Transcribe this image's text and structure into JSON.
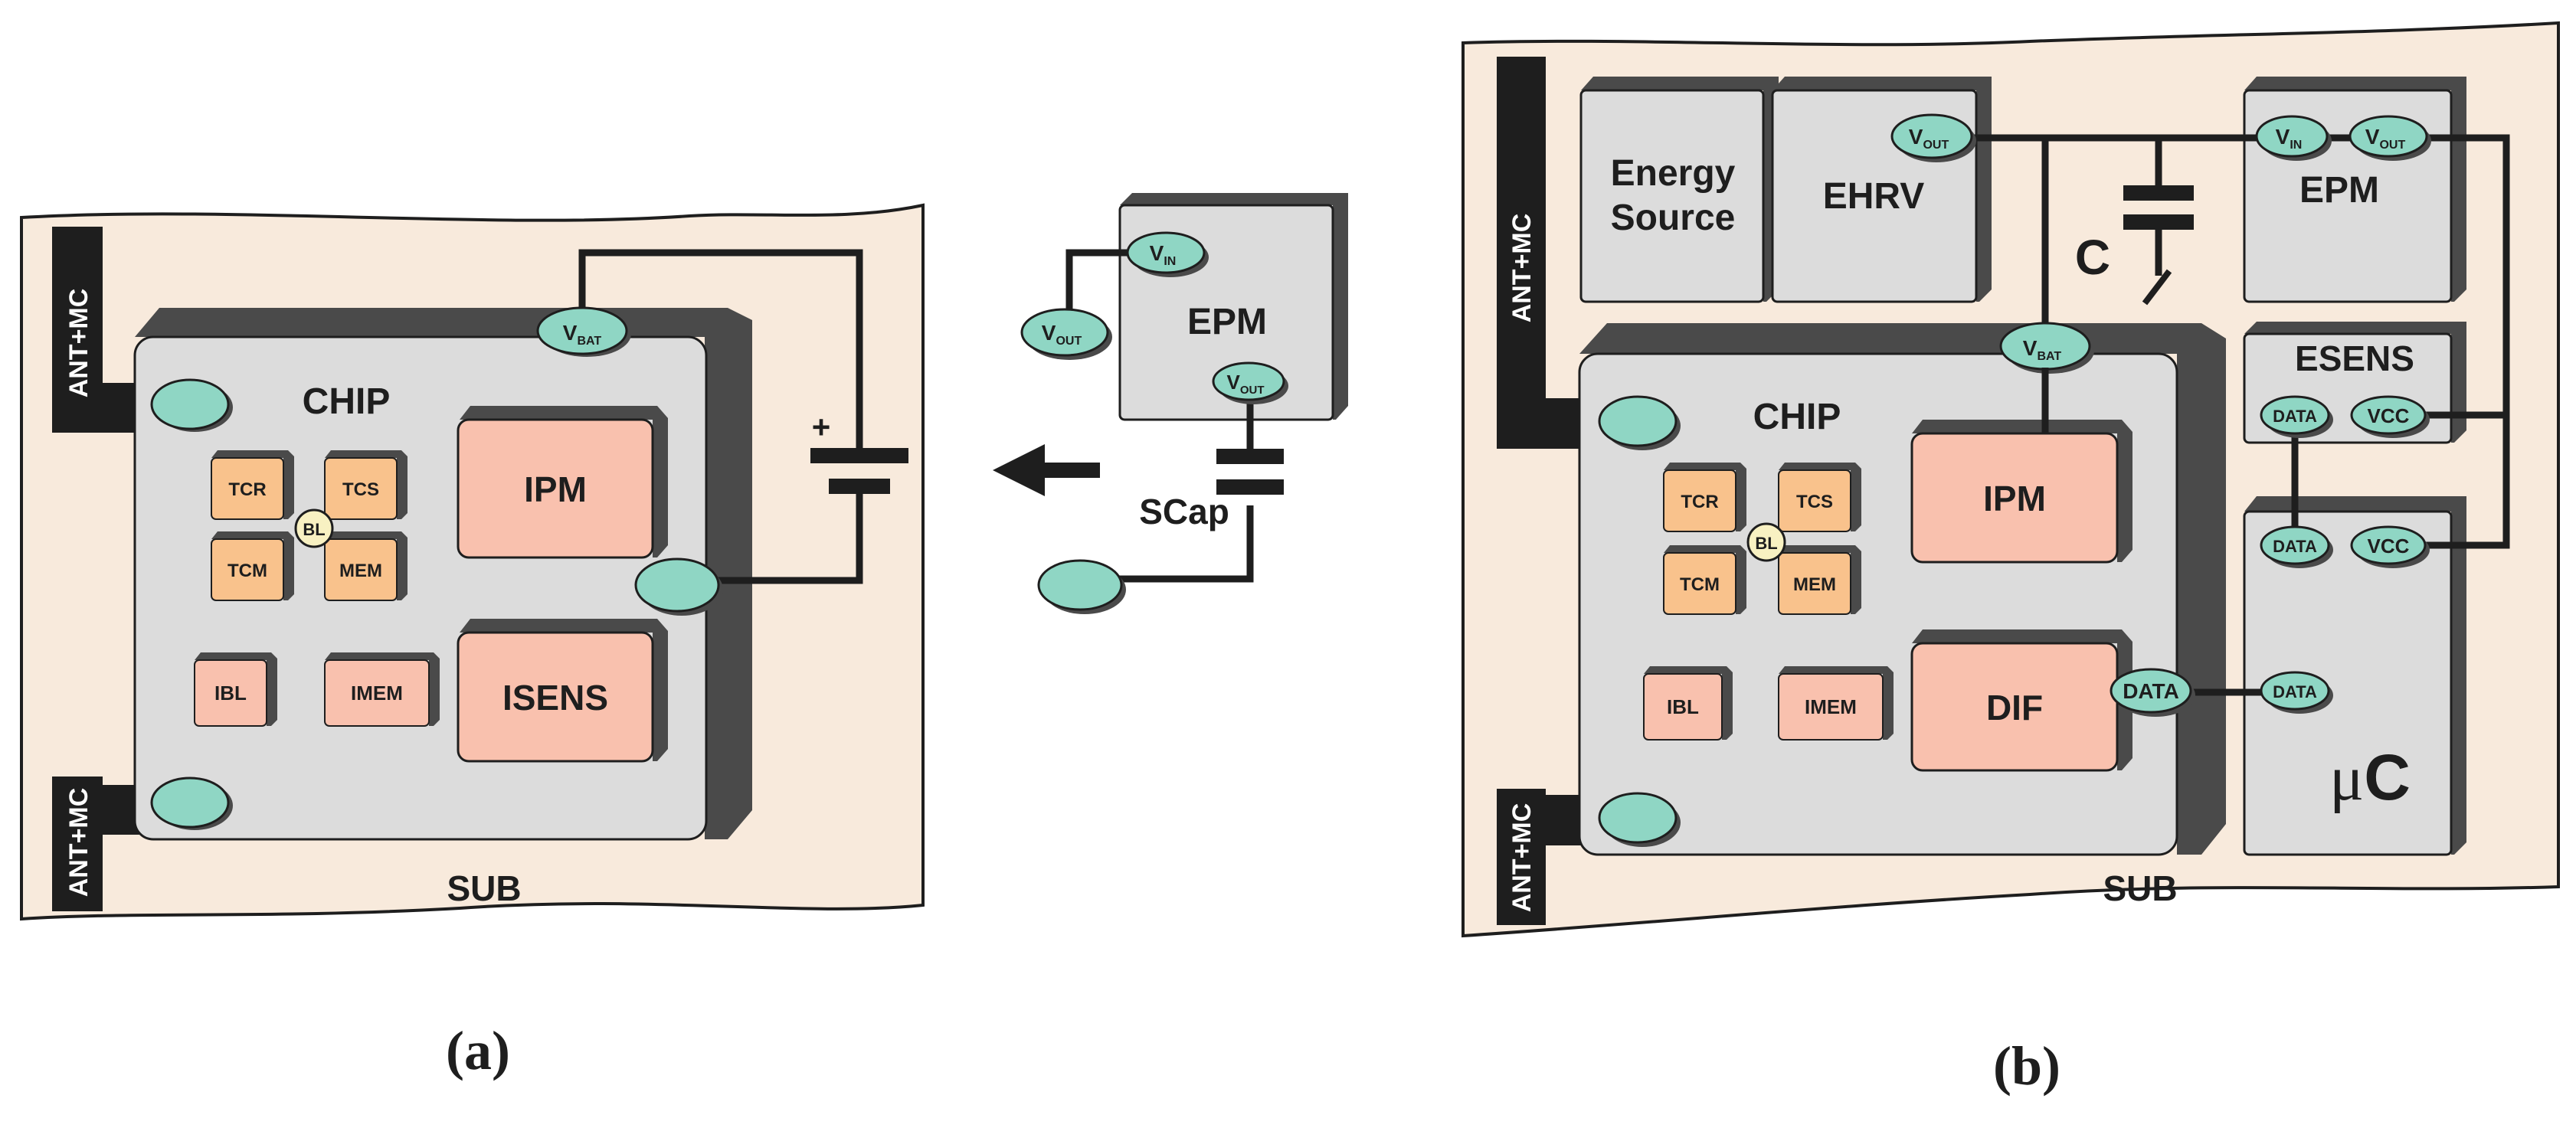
{
  "colors": {
    "substrate": "#f8eadc",
    "chip_face": "#dcdcdc",
    "chip_side": "#4a4a4a",
    "pad": "#8fd6c4",
    "module_pink": "#f9c1ae",
    "module_orange": "#f9c28c",
    "bl_dot": "#f8f1c2",
    "wire": "#1e1e1e"
  },
  "panel_a": {
    "chip_label": "CHIP",
    "sub_label": "SUB",
    "antenna_top": "ANT+MC",
    "antenna_bottom": "ANT+MC",
    "vbat": {
      "main": "V",
      "sub": "BAT"
    },
    "ipm": "IPM",
    "isens": "ISENS",
    "tcr": "TCR",
    "tcs": "TCS",
    "tcm": "TCM",
    "mem": "MEM",
    "bl": "BL",
    "ibl": "IBL",
    "imem": "IMEM",
    "battery_plus": "+",
    "caption_open": "(",
    "caption_letter": "a",
    "caption_close": ")"
  },
  "epm_a": {
    "label": "EPM",
    "vin": {
      "main": "V",
      "sub": "IN"
    },
    "vout_left": {
      "main": "V",
      "sub": "OUT"
    },
    "vout_bottom": {
      "main": "V",
      "sub": "OUT"
    },
    "scap": "SCap"
  },
  "panel_b": {
    "chip_label": "CHIP",
    "sub_label": "SUB",
    "antenna_top": "ANT+MC",
    "antenna_bottom": "ANT+MC",
    "energy_source_line1": "Energy",
    "energy_source_line2": "Source",
    "ehrv": "EHRV",
    "ehrv_vout": {
      "main": "V",
      "sub": "OUT"
    },
    "capacitor": "C",
    "epm": "EPM",
    "epm_vin": {
      "main": "V",
      "sub": "IN"
    },
    "epm_vout": {
      "main": "V",
      "sub": "OUT"
    },
    "esens": "ESENS",
    "esens_data": "DATA",
    "esens_vcc": "VCC",
    "uc_data_top": "DATA",
    "uc_vcc": "VCC",
    "uc_data_side": "DATA",
    "uc_mu": "μ",
    "uc_c": "C",
    "vbat": {
      "main": "V",
      "sub": "BAT"
    },
    "ipm": "IPM",
    "dif": "DIF",
    "dif_data": "DATA",
    "tcr": "TCR",
    "tcs": "TCS",
    "tcm": "TCM",
    "mem": "MEM",
    "bl": "BL",
    "ibl": "IBL",
    "imem": "IMEM",
    "caption_open": "(",
    "caption_letter": "b",
    "caption_close": ")"
  }
}
